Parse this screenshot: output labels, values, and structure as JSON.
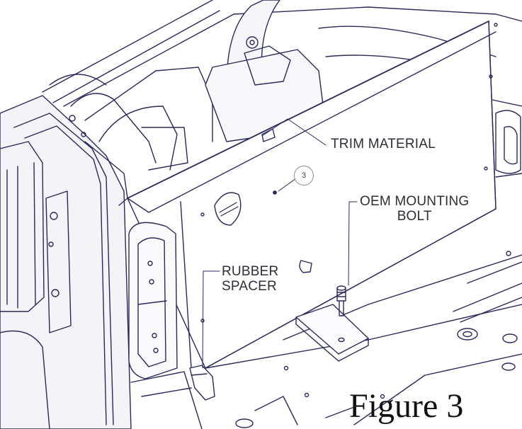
{
  "figure": {
    "title": "Figure 3"
  },
  "labels": {
    "trim_material": "TRIM MATERIAL",
    "oem_mounting_bolt_line1": "OEM MOUNTING",
    "oem_mounting_bolt_line2": "BOLT",
    "rubber_spacer_line1": "RUBBER",
    "rubber_spacer_line2": "SPACER"
  },
  "callouts": {
    "part_number": "3"
  },
  "colors": {
    "line": "#2a2a5a",
    "text": "#2e2e3a",
    "background": "#ffffff"
  }
}
